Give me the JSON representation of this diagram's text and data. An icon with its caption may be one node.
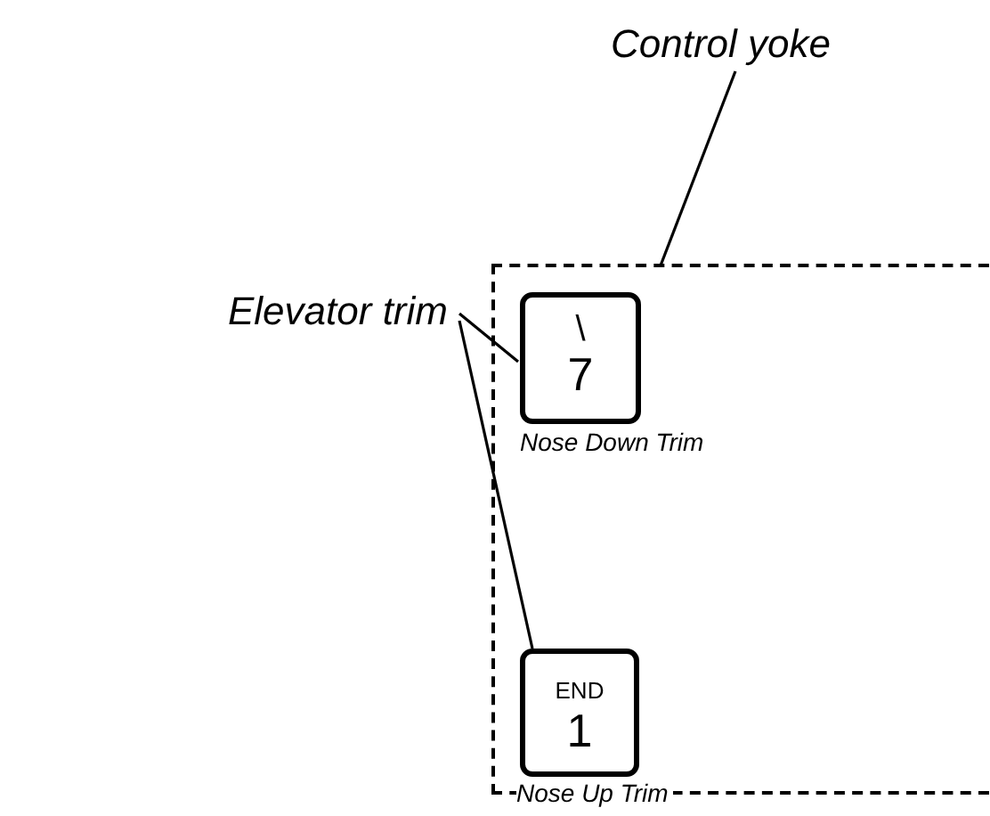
{
  "diagram": {
    "nodes": [
      {
        "text": [
          "Control yoke"
        ]
      },
      {
        "text": [],
        "shape": "box"
      },
      {
        "text": [
          "\\",
          "7"
        ],
        "in": 1,
        "beside": [
          "Nose Down Trim"
        ]
      },
      {
        "text": [
          "END",
          "1"
        ],
        "in": 1,
        "beside": [
          "Nose Up Trim"
        ]
      },
      {
        "text": [
          "Elevator trim"
        ]
      }
    ],
    "edges": [
      {
        "from": 0,
        "to": 1,
        "arrow": "none"
      },
      {
        "from": 4,
        "to": 2,
        "arrow": "none"
      },
      {
        "from": 4,
        "to": 3,
        "arrow": "none"
      }
    ]
  }
}
